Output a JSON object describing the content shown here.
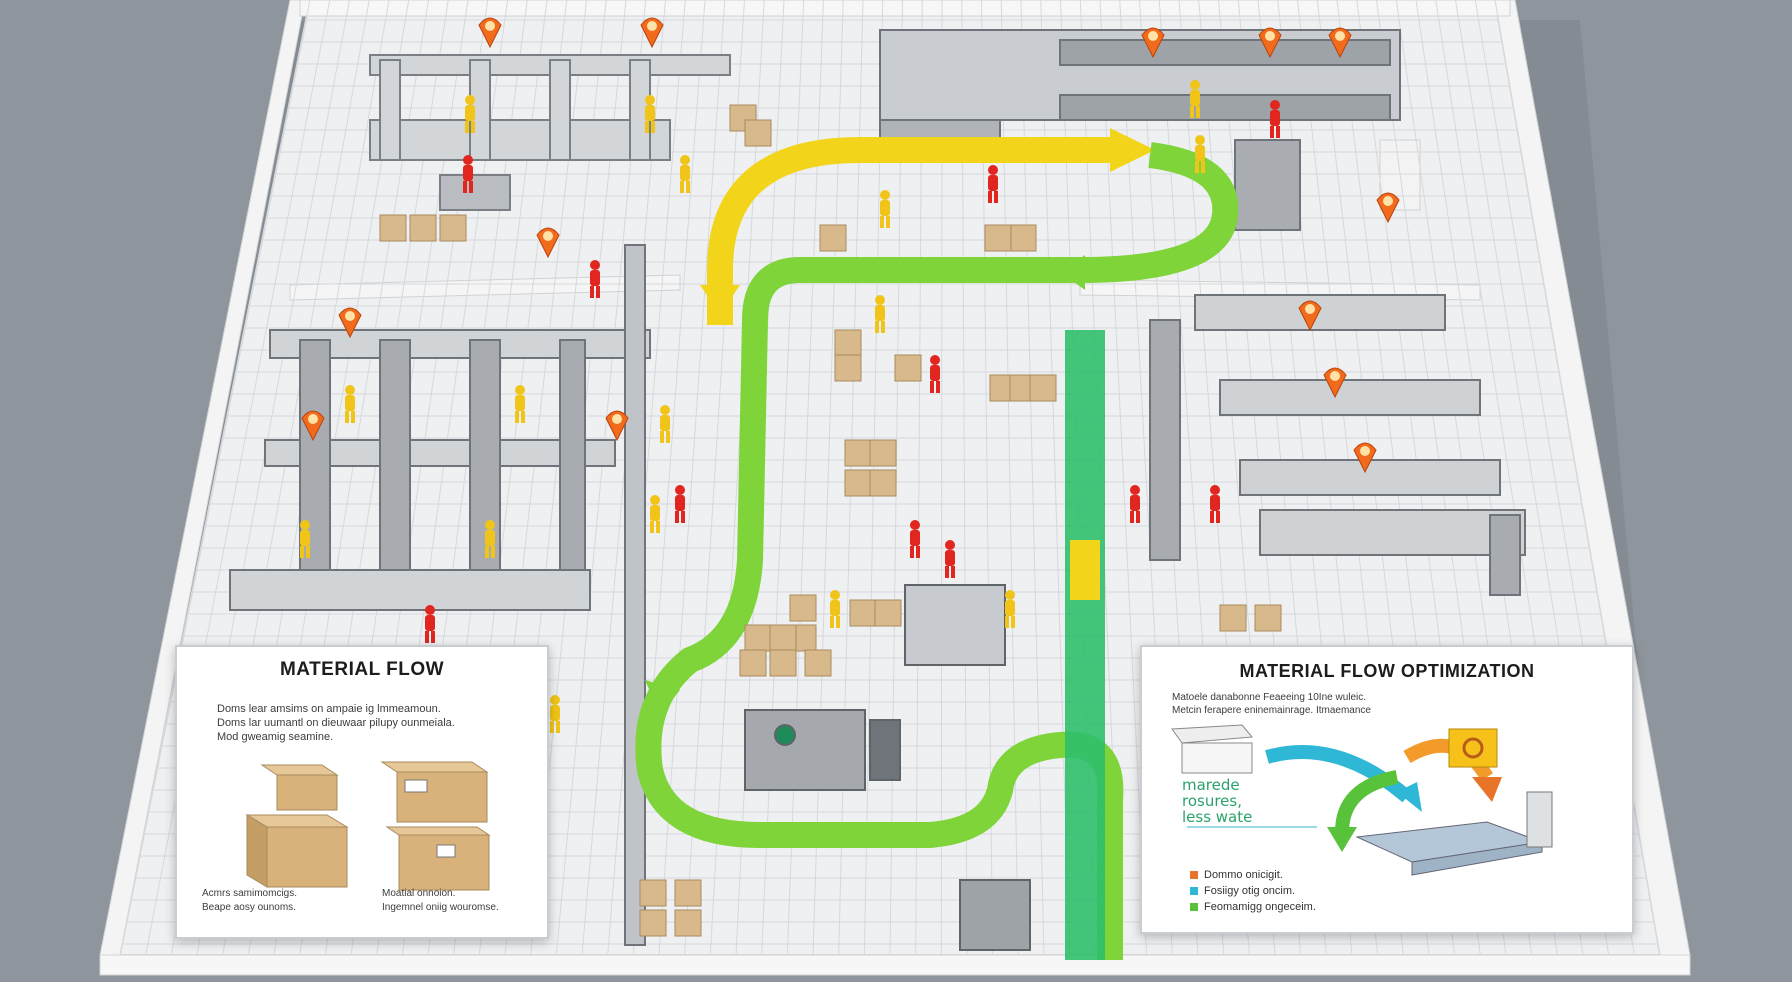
{
  "colors": {
    "background": "#8f959c",
    "floor": "#eef0f2",
    "wall": "#f7f7f7",
    "flow_yellow": "#f2d51b",
    "flow_green": "#7fd43a",
    "conveyor_green": "#2fbf6b",
    "worker_red": "#e0261f",
    "worker_yellow": "#f0c419",
    "marker_orange": "#f26a1b",
    "carton": "#d8b98c"
  },
  "board_left": {
    "title": "MATERIAL FLOW",
    "body": "Doms lear amsims on ampaie ig lmmeamoun.\nDoms lar uumantl on dieuwaar pilupy ounmeiala.\nMod gweamig seamine.",
    "caption_left": "Acmrs samimomcigs.\nBeape aosy ounoms.",
    "caption_right": "Moatial onnoion.\nIngemnel oniig wouromse."
  },
  "board_right": {
    "title": "MATERIAL FLOW OPTIMIZATION",
    "body": "Matoele danabonne Feaeeing 10Ine wuleic.\nMetcin ferapere eninemainrage. Itmaemance",
    "note": "marede\nrosures,\nless wate",
    "legend": [
      {
        "label": "Dommo onicigit.",
        "color": "#e8742a"
      },
      {
        "label": "Fosiigy otig oncim.",
        "color": "#2fb7d6"
      },
      {
        "label": "Feomamigg ongeceim.",
        "color": "#57c23a"
      }
    ]
  }
}
